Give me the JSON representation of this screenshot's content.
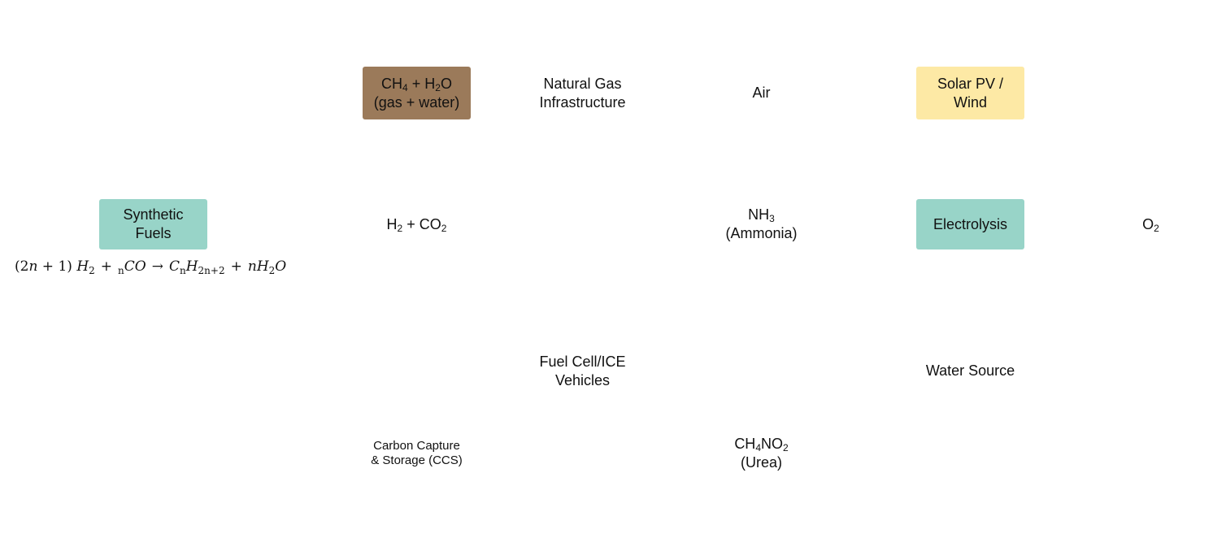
{
  "nodes": {
    "ch4_h2o": {
      "line1_a": "CH",
      "line1_sub1": "4",
      "line1_b": " + H",
      "line1_sub2": "2",
      "line1_c": "O",
      "line2": "(gas + water)"
    },
    "natural_gas": {
      "line1": "Natural Gas",
      "line2": "Infrastructure"
    },
    "air": {
      "label": "Air"
    },
    "solar_wind": {
      "line1": "Solar PV /",
      "line2": "Wind"
    },
    "synthetic_fuels": {
      "line1": "Synthetic",
      "line2": "Fuels"
    },
    "h2_co2": {
      "a": "H",
      "sub1": "2",
      "b": " + CO",
      "sub2": "2"
    },
    "nh3": {
      "a": "NH",
      "sub1": "3",
      "line2": "(Ammonia)"
    },
    "electrolysis": {
      "label": "Electrolysis"
    },
    "o2": {
      "a": "O",
      "sub1": "2"
    },
    "fuel_cell": {
      "line1": "Fuel Cell/ICE",
      "line2": "Vehicles"
    },
    "water_source": {
      "label": "Water Source"
    },
    "ccs": {
      "line1": "Carbon Capture",
      "line2": "& Storage (CCS)"
    },
    "urea": {
      "a": "CH",
      "sub1": "4",
      "b": "NO",
      "sub2": "2",
      "line2": "(Urea)"
    }
  },
  "formula": {
    "coef": "(2",
    "n1": "n",
    "plus1": " + 1) ",
    "h": "H",
    "h_sub": "2",
    "plus2": "+",
    "co_sub": "n",
    "co": "CO",
    "arrow": "→",
    "c": "C",
    "c_sub": "n",
    "h2": "H",
    "h2_sub": "2n+2",
    "plus3": "+",
    "nh2o_n": "n",
    "nh2o_h": "H",
    "nh2o_sub": "2",
    "nh2o_o": "O"
  },
  "colors": {
    "brown": "#9b7a5a",
    "yellow": "#fde9a5",
    "teal": "#98d4c8"
  }
}
